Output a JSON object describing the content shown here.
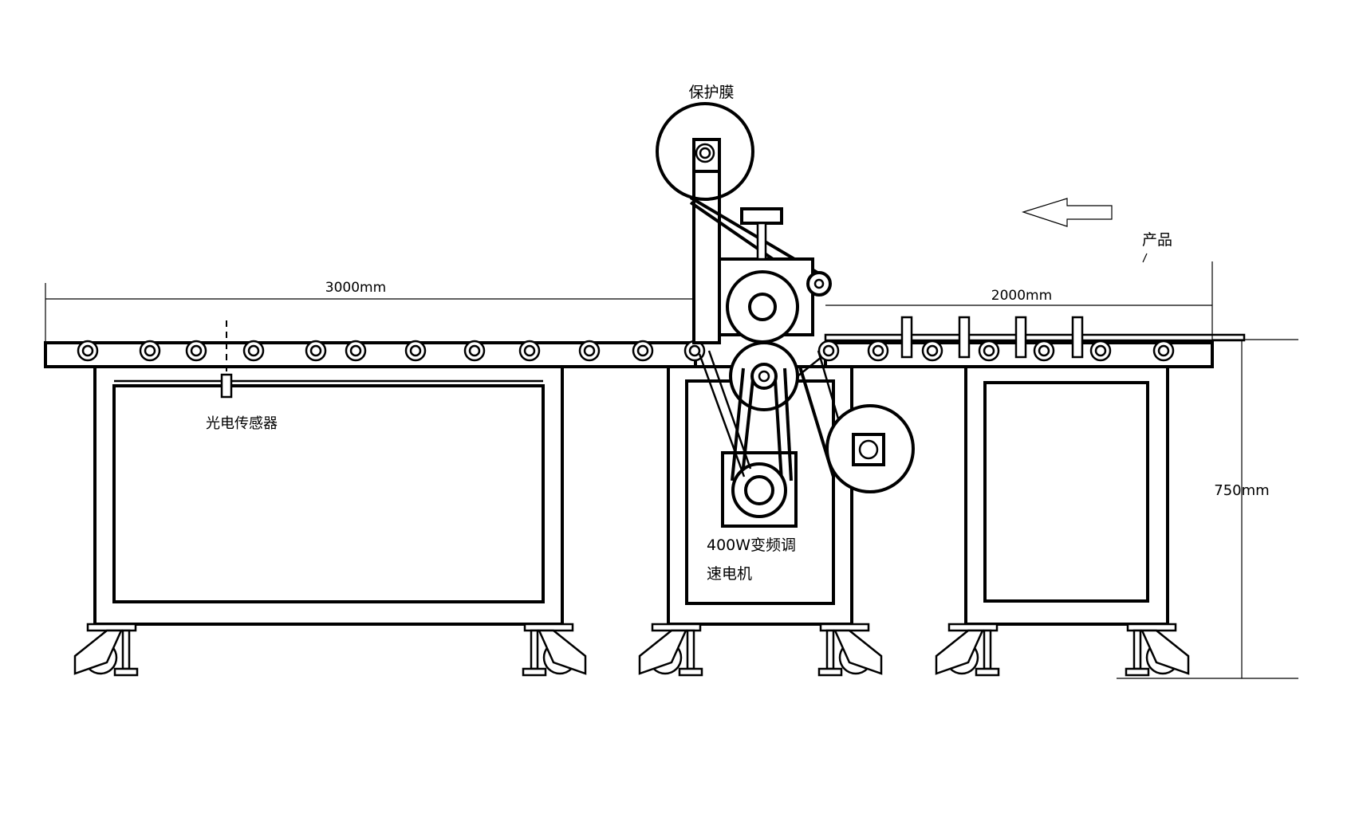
{
  "diagram": {
    "labels": {
      "protective_film": "保护膜",
      "product": "产品",
      "photoelectric_sensor": "光电传感器",
      "motor_line1": "400W变频调",
      "motor_line2": "速电机"
    },
    "dimensions": {
      "left_length": "3000mm",
      "right_length": "2000mm",
      "height": "750mm"
    },
    "feed_direction": "left"
  }
}
